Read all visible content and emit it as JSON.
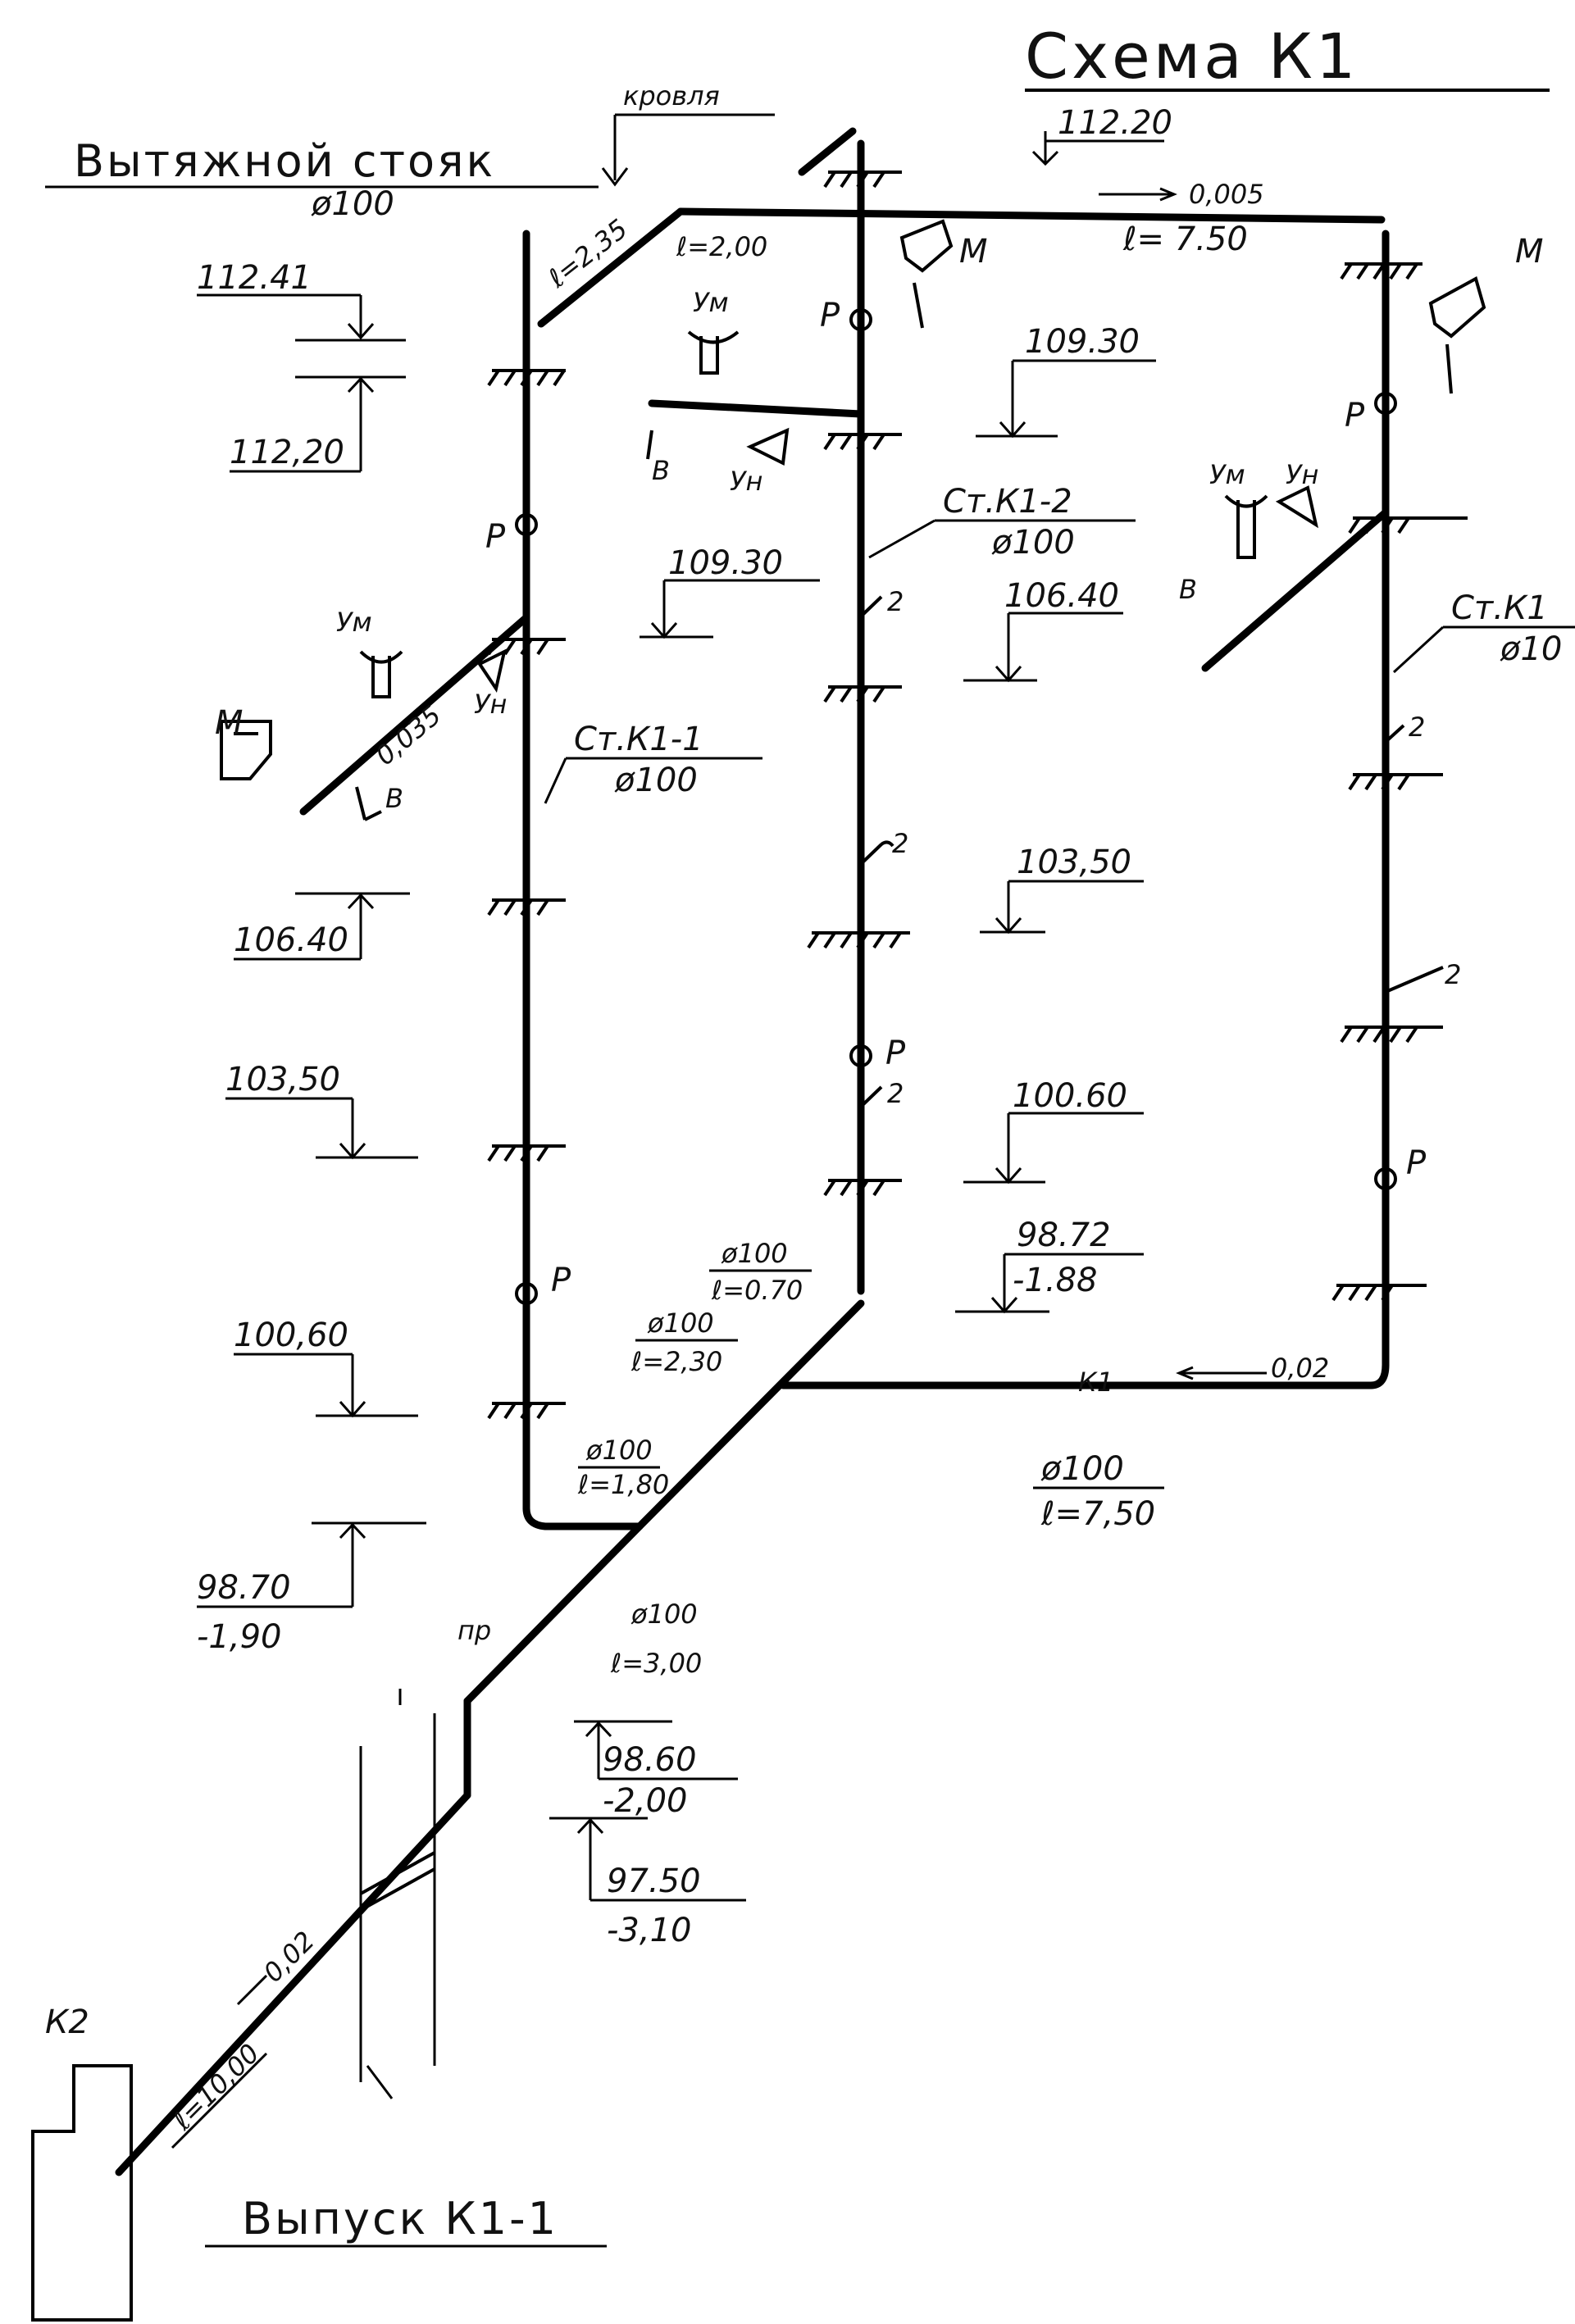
{
  "title": "Схема К1",
  "roof_label": "кровля",
  "vent_riser": {
    "label": "Вытяжной стояк",
    "diameter": "ø100"
  },
  "top_pipe": {
    "length_left": "ℓ=2,35",
    "length_mid": "ℓ=2,00",
    "slope": "0,005",
    "length_right": "ℓ= 7.50"
  },
  "risers": [
    {
      "name": "Ст.К1-1",
      "diameter": "ø100"
    },
    {
      "name": "Ст.К1-2",
      "diameter": "ø100"
    },
    {
      "name": "Ст.К1",
      "diameter": "ø10"
    }
  ],
  "levels": {
    "l_11241": "112.41",
    "l_11220_left": "112,20",
    "l_11220_top": "112.20",
    "l_10930_a": "109.30",
    "l_10930_b": "109.30",
    "l_10640_left": "106.40",
    "l_10640_mid": "106.40",
    "l_10350_left": "103,50",
    "l_10350_mid": "103,50",
    "l_10060_left": "100,60",
    "l_10060_mid": "100.60",
    "l_9872": "98.72",
    "l_9872_depth": "-1.88",
    "l_9870": "98.70",
    "l_9870_depth": "-1,90",
    "l_9860": "98.60",
    "l_9860_depth": "-2,00",
    "l_9750": "97.50",
    "l_9750_depth": "-3,10"
  },
  "fixture_labels": {
    "m": "М",
    "um": "Ум",
    "un": "Ун",
    "v": "В",
    "r": "Р",
    "pr": "пр",
    "k": "К1",
    "k2": "К2",
    "trap": "2"
  },
  "segments": {
    "s1_d": "ø100",
    "s1_l": "ℓ=0.70",
    "s2_d": "ø100",
    "s2_l": "ℓ=2,30",
    "s3_d": "ø100",
    "s3_l": "ℓ=1,80",
    "s4_d": "ø100",
    "s4_l": "ℓ=3,00",
    "bottom_slope": "0,02",
    "bottom_d": "ø100",
    "bottom_l": "ℓ=7,50",
    "branch_slope": "0,035",
    "out_slope": "0,02",
    "out_l": "ℓ=10,00"
  },
  "outlet_label": "Выпуск К1-1"
}
